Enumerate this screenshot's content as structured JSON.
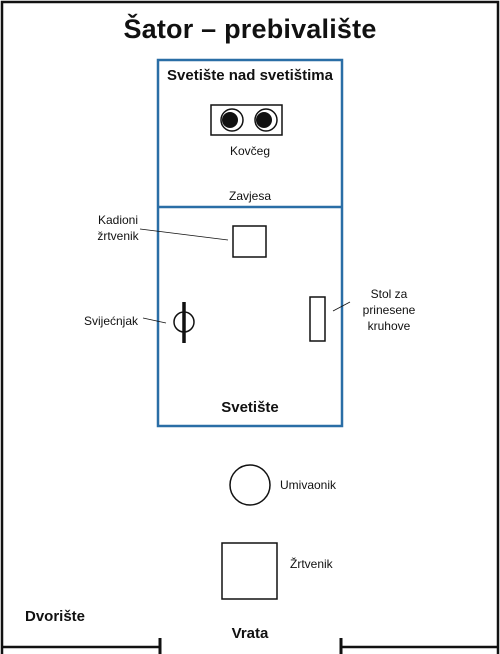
{
  "title": "Šator – prebivalište",
  "holy_of_holies": {
    "label": "Svetište nad svetištima",
    "ark_label": "Kovčeg",
    "curtain_label": "Zavjesa"
  },
  "holy_place": {
    "label": "Svetište",
    "incense_altar_label": [
      "Kadioni",
      "žrtvenik"
    ],
    "lampstand_label": "Svijećnjak",
    "table_label": [
      "Stol za",
      "prinesene",
      "kruhove"
    ]
  },
  "courtyard": {
    "label": "Dvorište",
    "laver_label": "Umivaonik",
    "altar_label": "Žrtvenik",
    "gate_label": "Vrata"
  },
  "colors": {
    "tabernacle_outline": "#2a6ea6",
    "line": "#111111"
  }
}
